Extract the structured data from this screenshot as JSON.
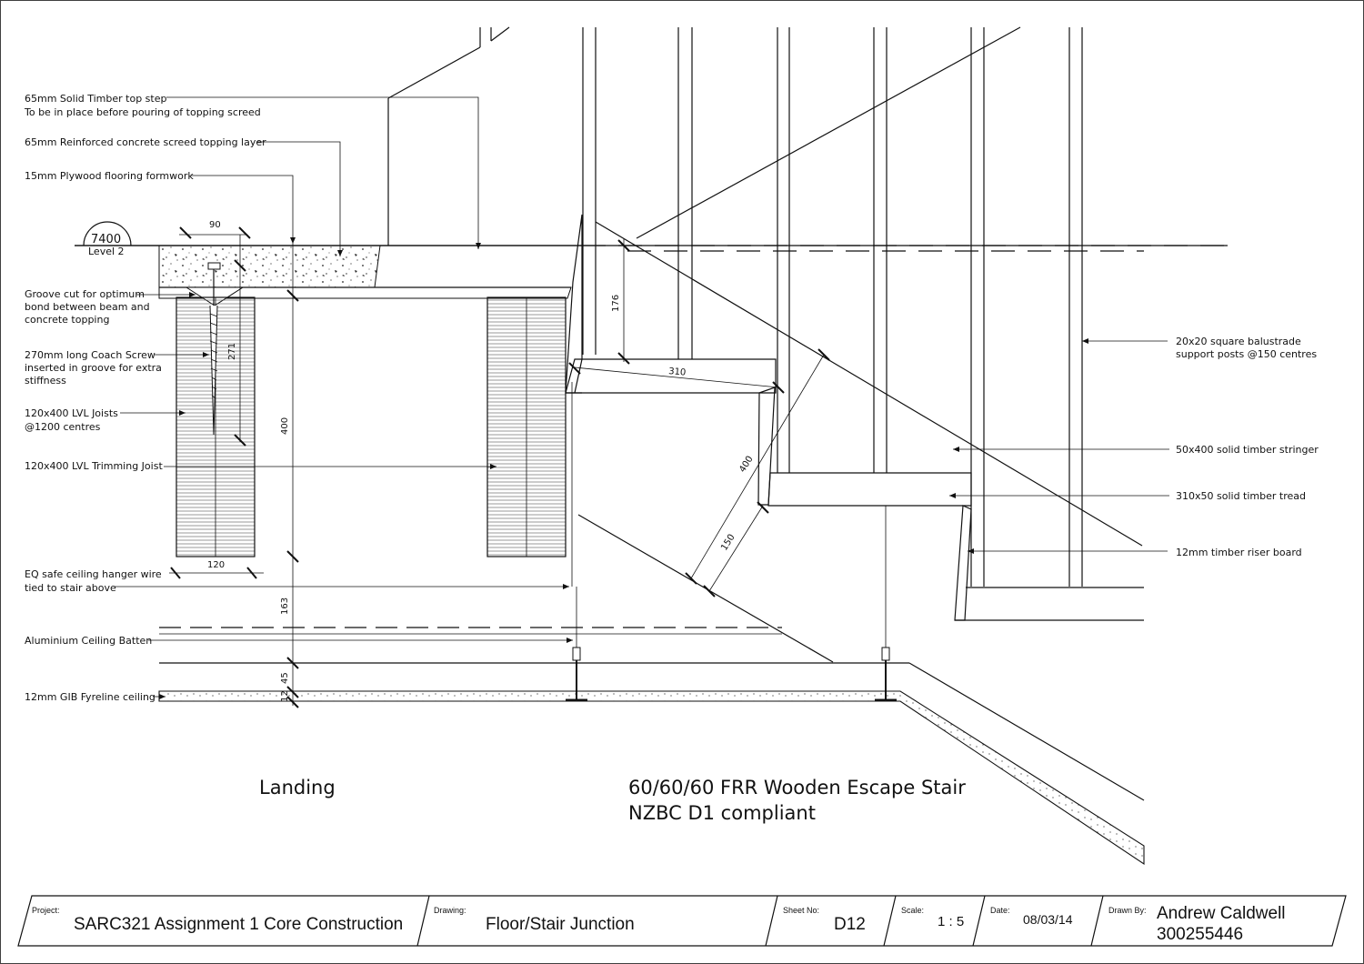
{
  "annotations": {
    "top_step_1": "65mm Solid Timber top step",
    "top_step_2": "To be in place before pouring of topping screed",
    "screed": "65mm Reinforced concrete screed topping  layer",
    "plywood": "15mm Plywood flooring formwork",
    "groove_1": "Groove cut for optimum",
    "groove_2": "bond between beam and",
    "groove_3": "concrete topping",
    "coach_1": "270mm long Coach Screw",
    "coach_2": "inserted in groove for extra",
    "coach_3": "stiffness",
    "joists_1": "120x400 LVL Joists",
    "joists_2": "@1200 centres",
    "trimming": "120x400 LVL Trimming Joist",
    "hanger_1": "EQ safe ceiling hanger wire",
    "hanger_2": "tied to stair above",
    "batten": "Aluminium Ceiling Batten",
    "gib": "12mm GIB Fyreline ceiling",
    "balustrade_1": "20x20 square balustrade",
    "balustrade_2": "support posts @150 centres",
    "stringer": "50x400 solid timber stringer",
    "tread": "310x50 solid timber tread",
    "riser": "12mm timber riser board"
  },
  "level": {
    "value": "7400",
    "name": "Level 2"
  },
  "dimensions": {
    "d90": "90",
    "d271": "271",
    "d400a": "400",
    "d120": "120",
    "d163": "163",
    "d45": "45",
    "d12": "12",
    "d176": "176",
    "d310": "310",
    "d400b": "400",
    "d150": "150"
  },
  "titles": {
    "landing": "Landing",
    "stair_1": "60/60/60 FRR Wooden Escape Stair",
    "stair_2": "NZBC D1 compliant"
  },
  "title_block": {
    "project_label": "Project:",
    "project": "SARC321 Assignment 1 Core Construction",
    "drawing_label": "Drawing:",
    "drawing": "Floor/Stair Junction",
    "sheet_label": "Sheet No:",
    "sheet": "D12",
    "scale_label": "Scale:",
    "scale": "1 : 5",
    "date_label": "Date:",
    "date": "08/03/14",
    "drawn_label": "Drawn By:",
    "drawn_by": "Andrew Caldwell",
    "student_id": "300255446"
  }
}
